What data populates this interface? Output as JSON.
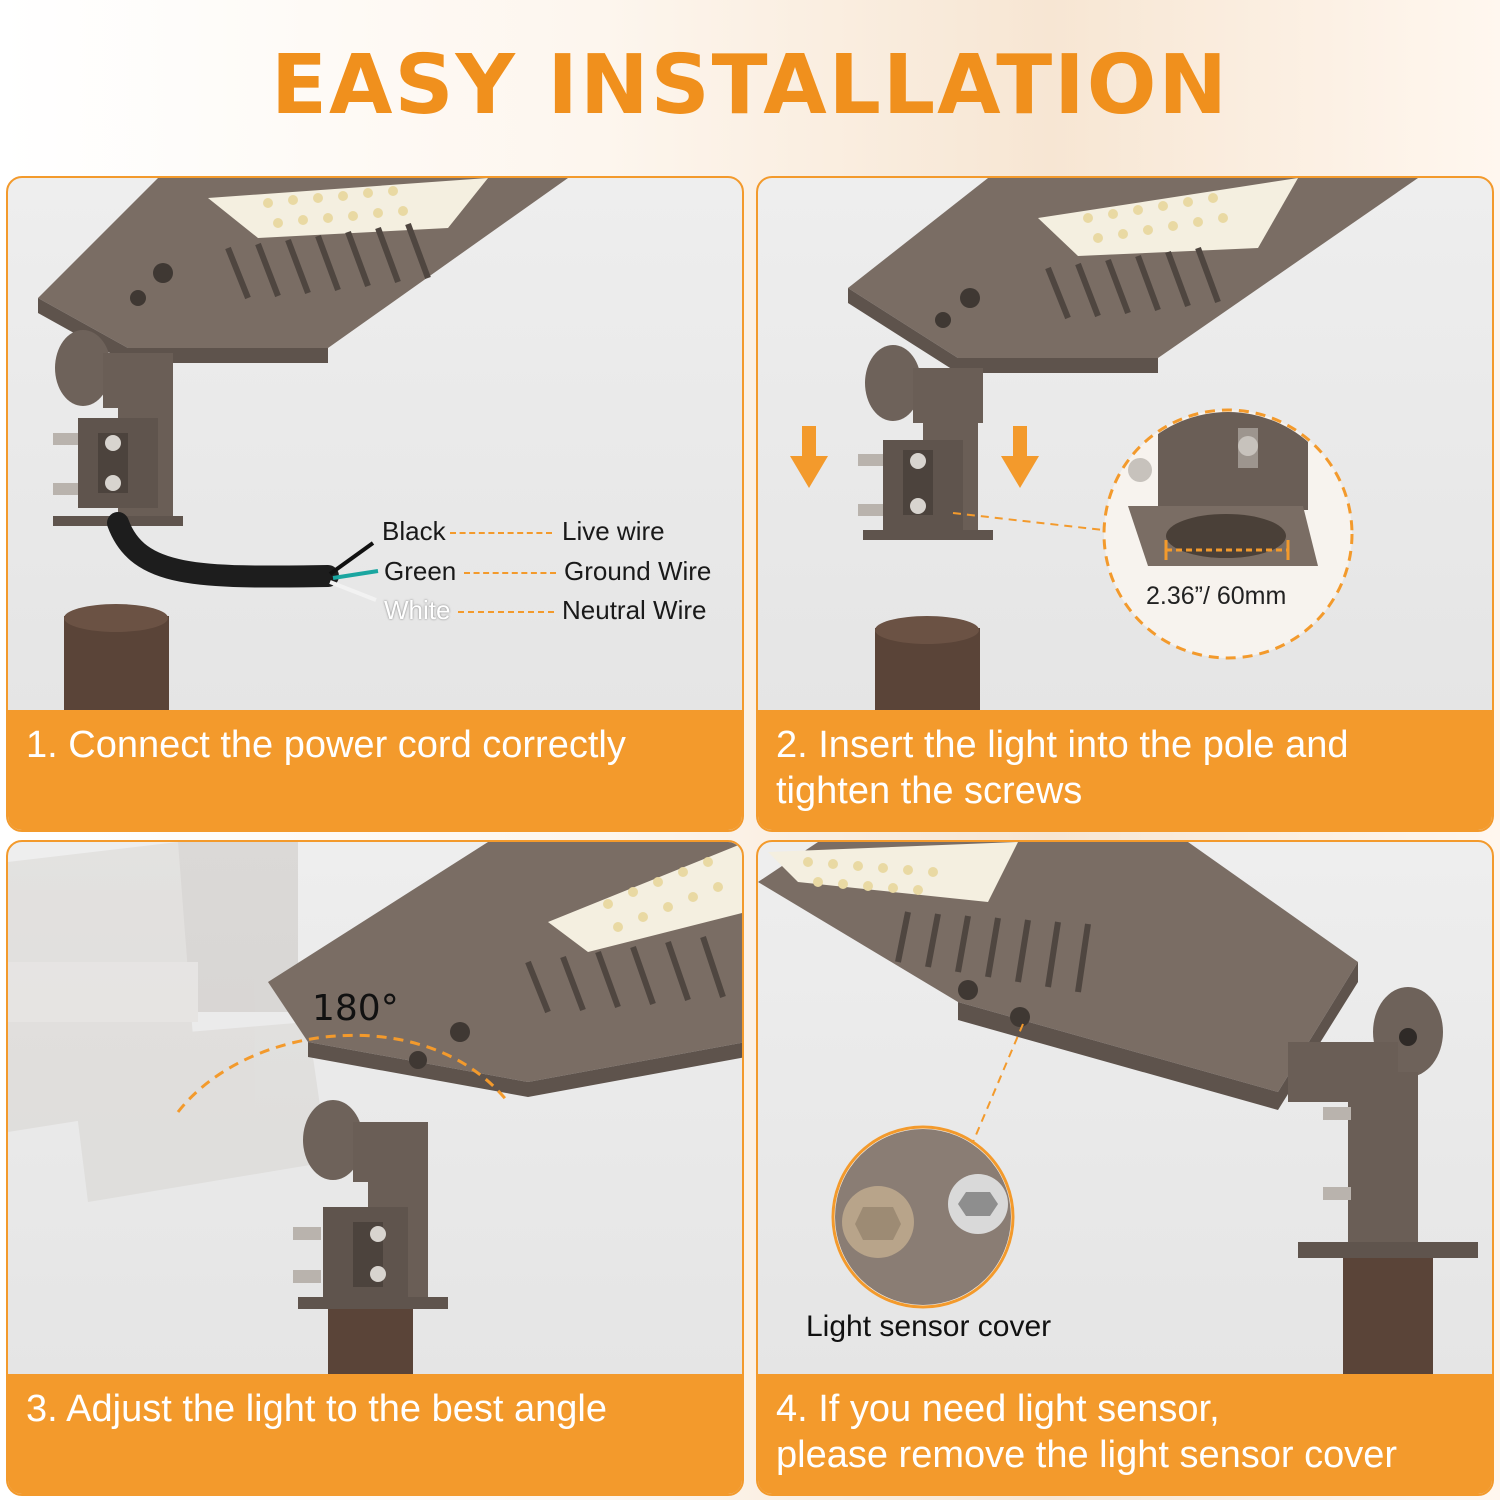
{
  "title": "EASY INSTALLATION",
  "colors": {
    "accent": "#f39a2c",
    "title": "#f0901d",
    "fixture": "#6e625a",
    "pole": "#5a4438"
  },
  "step1": {
    "caption": "1. Connect the power cord correctly",
    "wires": [
      {
        "color_name": "Black",
        "function": "Live wire"
      },
      {
        "color_name": "Green",
        "function": "Ground Wire"
      },
      {
        "color_name": "White",
        "function": "Neutral Wire"
      }
    ]
  },
  "step2": {
    "caption_line1": "2. Insert the light into the pole and",
    "caption_line2": "tighten the screws",
    "dimension": "2.36”/ 60mm",
    "icons": [
      "arrow-down-icon",
      "arrow-down-icon"
    ]
  },
  "step3": {
    "caption": "3. Adjust the light to the best angle",
    "angle": "180°"
  },
  "step4": {
    "caption_line1": "4. If you need light sensor,",
    "caption_line2": "please remove the light sensor cover",
    "callout": "Light sensor cover"
  }
}
